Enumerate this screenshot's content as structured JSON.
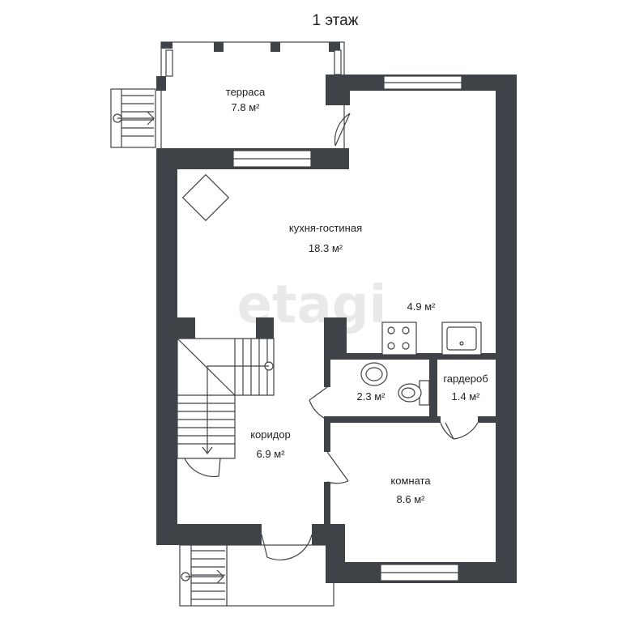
{
  "title": "1 этаж",
  "watermark": "etagi",
  "rooms": {
    "terrace": {
      "name": "терраса",
      "area": "7.8 м²"
    },
    "living": {
      "name": "кухня-гостиная",
      "area": "18.3 м²"
    },
    "kitchen": {
      "area": "4.9 м²"
    },
    "bathroom": {
      "area": "2.3 м²"
    },
    "wardrobe": {
      "name": "гардероб",
      "area": "1.4 м²"
    },
    "corridor": {
      "name": "коридор",
      "area": "6.9 м²"
    },
    "room": {
      "name": "комната",
      "area": "8.6 м²"
    }
  },
  "colors": {
    "wall": "#3f4246",
    "background": "#ffffff",
    "text": "#222222"
  }
}
